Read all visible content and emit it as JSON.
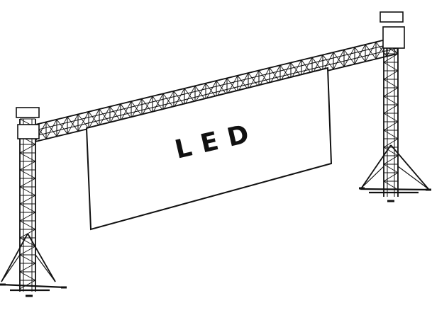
{
  "screen": {
    "label": "LED"
  },
  "colors": {
    "line": "#111111",
    "background": "#ffffff",
    "screen_fill": "#ffffff"
  },
  "parts": [
    "left-tower",
    "right-tower",
    "top-truss",
    "led-screen",
    "left-outriggers",
    "right-outriggers"
  ]
}
